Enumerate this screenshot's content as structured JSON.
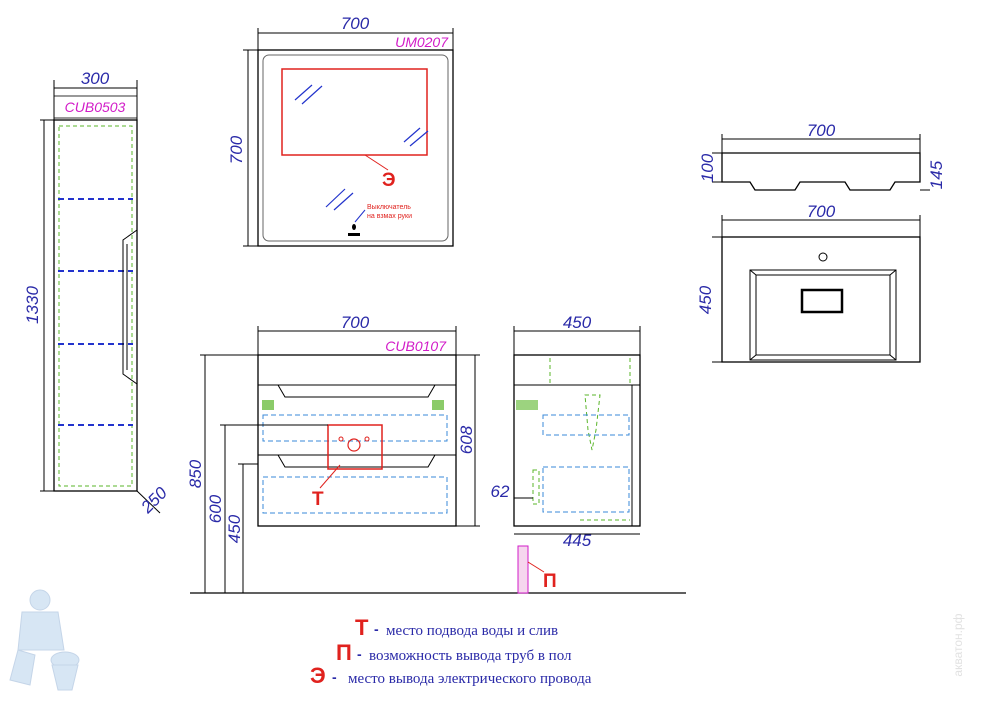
{
  "tall_cabinet": {
    "code": "CUB0503",
    "width": "300",
    "height": "1330",
    "depth": "250"
  },
  "mirror": {
    "code": "UM0207",
    "width": "700",
    "height": "700",
    "switch_note_line1": "Выключатель",
    "switch_note_line2": "на взмах руки",
    "marker": "Э"
  },
  "vanity_front": {
    "code": "CUB0107",
    "width": "700",
    "height_total": "850",
    "height_600": "600",
    "height_450": "450",
    "body_height": "608",
    "marker": "Т"
  },
  "vanity_side": {
    "depth": "450",
    "inner_depth": "445",
    "offset": "62",
    "marker": "П"
  },
  "sink_side": {
    "width": "700",
    "thickness": "100",
    "height": "145"
  },
  "sink_top": {
    "width": "700",
    "depth": "450"
  },
  "legend": [
    {
      "symbol": "Т",
      "dash": "-",
      "text": "место подвода воды и слив"
    },
    {
      "symbol": "П",
      "dash": "-",
      "text": "возможность вывода труб в пол"
    },
    {
      "symbol": "Э",
      "dash": "-",
      "text": "место вывода электрического провода"
    }
  ],
  "watermark": "акватон.рф",
  "colors": {
    "dimension": "#2a2aa8",
    "code": "#d21cc8",
    "marker": "#e0221e"
  }
}
